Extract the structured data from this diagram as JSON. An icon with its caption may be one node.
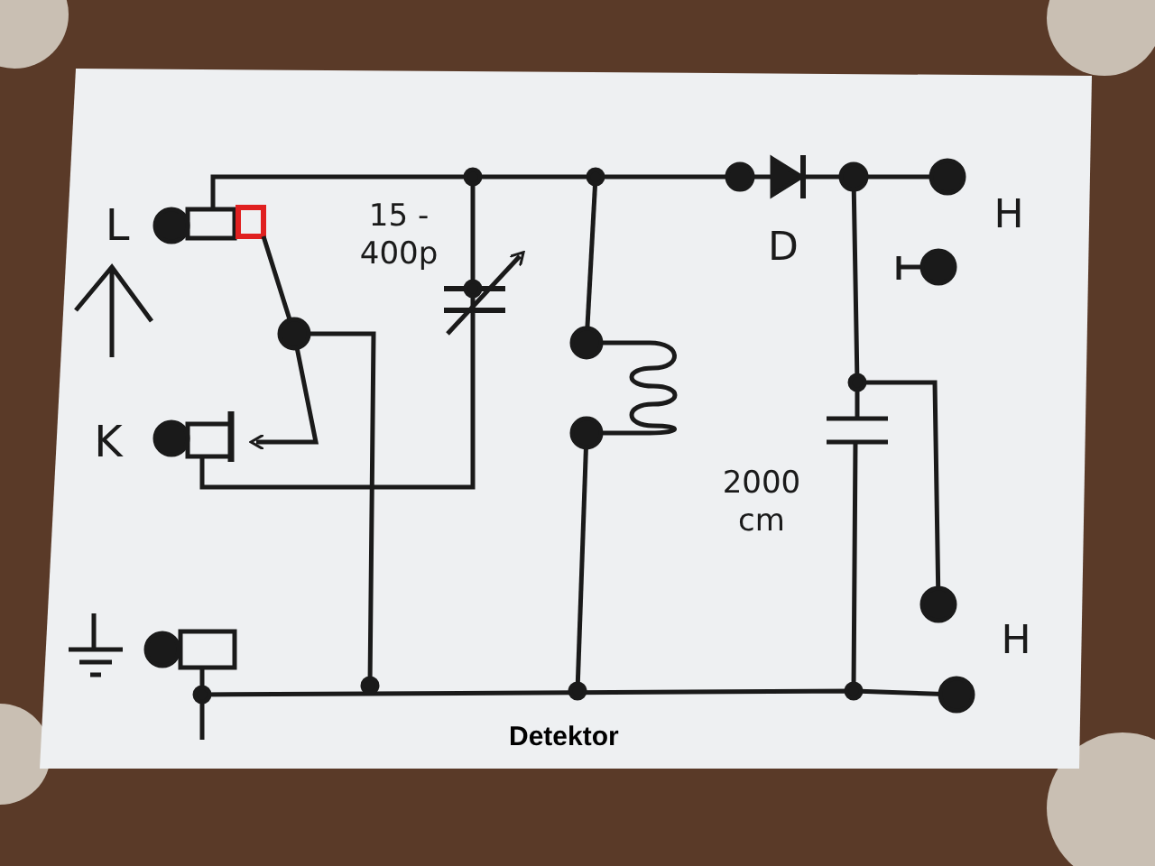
{
  "diagram": {
    "caption": "Detektor",
    "labels": [
      "L",
      "15 - 400p",
      "K",
      "D",
      "H",
      "2000 cm",
      "H"
    ]
  }
}
